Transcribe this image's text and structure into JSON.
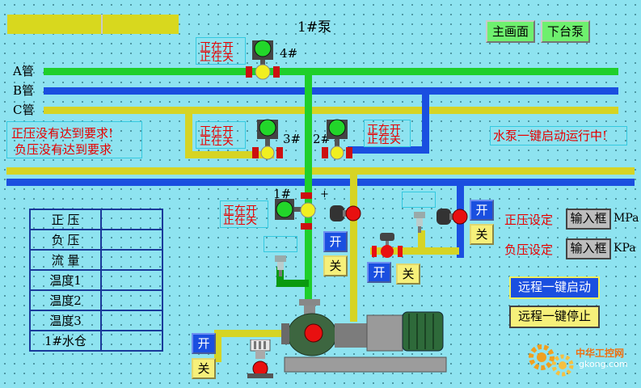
{
  "page": {
    "title": "1#泵"
  },
  "header_buttons": {
    "main_screen": "主画面",
    "next_pump": "下台泵"
  },
  "pipes": {
    "a": "A管",
    "b": "B管",
    "c": "C管"
  },
  "pumps": {
    "p4": "4#",
    "p3": "3#",
    "p2": "2#",
    "p1": "1#",
    "plus": "+"
  },
  "valve_status": {
    "opening": "正在开",
    "closing": "正在关"
  },
  "alarms": {
    "positive": "正压没有达到要求!",
    "negative": "负压没有达到要求",
    "running": "水泵一键启动运行中!"
  },
  "buttons": {
    "open": "开",
    "close": "关"
  },
  "settings": {
    "positive_label": "正压设定",
    "negative_label": "负压设定",
    "input_box": "输入框",
    "unit_mpa": "MPa",
    "unit_kpa": "KPa"
  },
  "remote": {
    "start": "远程一键启动",
    "stop": "远程一键停止"
  },
  "table": {
    "rows": [
      {
        "name": "正  压",
        "value": ""
      },
      {
        "name": "负  压",
        "value": ""
      },
      {
        "name": "流  量",
        "value": ""
      },
      {
        "name": "温度1",
        "value": ""
      },
      {
        "name": "温度2",
        "value": ""
      },
      {
        "name": "温度3",
        "value": ""
      },
      {
        "name": "1#水仓",
        "value": ""
      }
    ]
  },
  "watermark": {
    "text": "中华工控网",
    "domain": "gkong.com"
  },
  "colors": {
    "background": "#8ee3f0",
    "green_pipe": "#1fcf2a",
    "blue_pipe": "#1a4fe0",
    "yellow_pipe": "#d6d424",
    "status_red": "#e80000"
  }
}
